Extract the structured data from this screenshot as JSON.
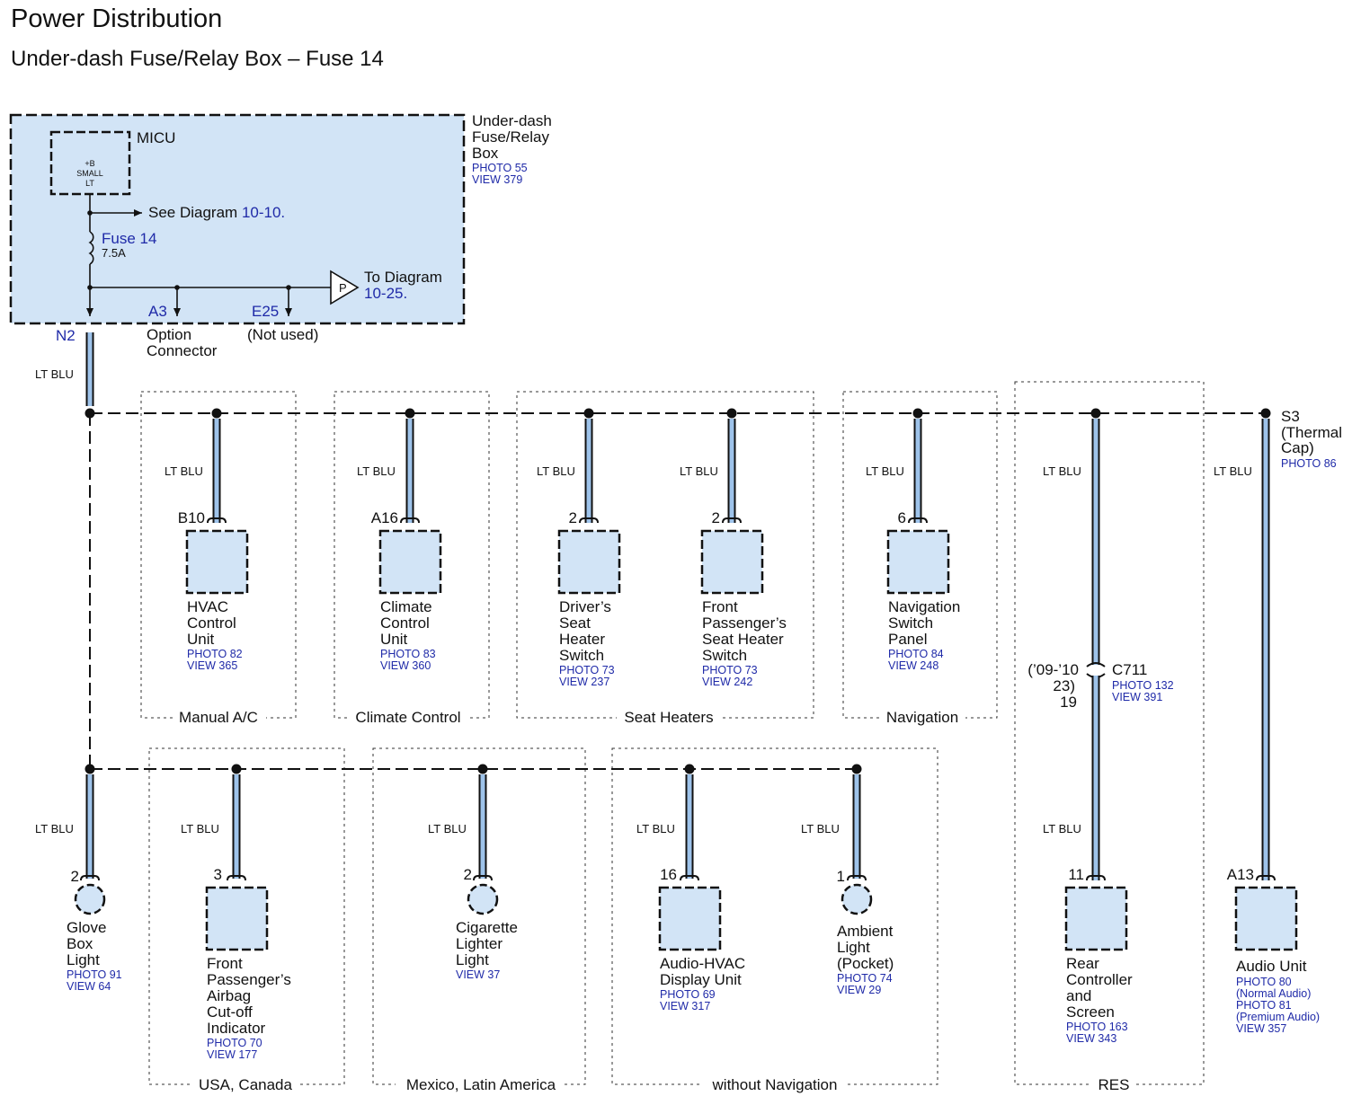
{
  "header": {
    "title": "Power Distribution",
    "subtitle": "Under-dash Fuse/Relay Box – Fuse 14"
  },
  "fusebox": {
    "label": [
      "Under-dash",
      "Fuse/Relay",
      "Box"
    ],
    "refs": [
      "PHOTO 55",
      "VIEW 379"
    ],
    "micu": "MICU",
    "micu_inner": [
      "+B",
      "SMALL",
      "LT"
    ],
    "see": "See Diagram ",
    "see_num": "10-10.",
    "fuse_name": "Fuse 14",
    "fuse_rating": "7.5A",
    "to_diagram": "To Diagram",
    "to_num": "10-25.",
    "p_label": "P",
    "a3": "A3",
    "a3_label": [
      "Option",
      "Connector"
    ],
    "e25": "E25",
    "e25_label": "(Not used)",
    "n2": "N2"
  },
  "wire_color": "LT BLU",
  "splice": {
    "name": "S3",
    "label": [
      "(Thermal",
      "Cap)"
    ],
    "ref": "PHOTO 86"
  },
  "components": [
    {
      "pin": "B10",
      "name": [
        "HVAC",
        "Control",
        "Unit"
      ],
      "refs": [
        "PHOTO 82",
        "VIEW 365"
      ]
    },
    {
      "pin": "A16",
      "name": [
        "Climate",
        "Control",
        "Unit"
      ],
      "refs": [
        "PHOTO 83",
        "VIEW 360"
      ]
    },
    {
      "pin": "2",
      "name": [
        "Driver’s",
        "Seat",
        "Heater",
        "Switch"
      ],
      "refs": [
        "PHOTO 73",
        "VIEW 237"
      ]
    },
    {
      "pin": "2",
      "name": [
        "Front",
        "Passenger’s",
        "Seat Heater",
        "Switch"
      ],
      "refs": [
        "PHOTO 73",
        "VIEW 242"
      ]
    },
    {
      "pin": "6",
      "name": [
        "Navigation",
        "Switch",
        "Panel"
      ],
      "refs": [
        "PHOTO 84",
        "VIEW 248"
      ]
    },
    {
      "pin": "11",
      "name": [
        "Rear",
        "Controller",
        "and",
        "Screen"
      ],
      "refs": [
        "PHOTO 163",
        "VIEW 343"
      ]
    },
    {
      "pin": "A13",
      "name": [
        "Audio Unit"
      ],
      "refs": [
        "PHOTO 80",
        "(Normal Audio)",
        "PHOTO 81",
        "(Premium Audio)",
        "VIEW 357"
      ]
    },
    {
      "pin": "2",
      "name": [
        "Glove",
        "Box",
        "Light"
      ],
      "refs": [
        "PHOTO 91",
        "VIEW 64"
      ]
    },
    {
      "pin": "3",
      "name": [
        "Front",
        "Passenger’s",
        "Airbag",
        "Cut-off",
        "Indicator"
      ],
      "refs": [
        "PHOTO 70",
        "VIEW 177"
      ]
    },
    {
      "pin": "2",
      "name": [
        "Cigarette",
        "Lighter",
        "Light"
      ],
      "refs": [
        "VIEW 37"
      ]
    },
    {
      "pin": "16",
      "name": [
        "Audio-HVAC",
        "Display Unit"
      ],
      "refs": [
        "PHOTO 69",
        "VIEW 317"
      ]
    },
    {
      "pin": "1",
      "name": [
        "Ambient",
        "Light",
        "(Pocket)"
      ],
      "refs": [
        "PHOTO 74",
        "VIEW 29"
      ]
    }
  ],
  "connector": {
    "name": "C711",
    "refs": [
      "PHOTO 132",
      "VIEW 391"
    ],
    "note": [
      "(’09-’10",
      "23)",
      "19"
    ]
  },
  "groups": [
    "Manual A/C",
    "Climate Control",
    "Seat Heaters",
    "Navigation",
    "RES",
    "USA, Canada",
    "Mexico, Latin America",
    "without Navigation"
  ]
}
